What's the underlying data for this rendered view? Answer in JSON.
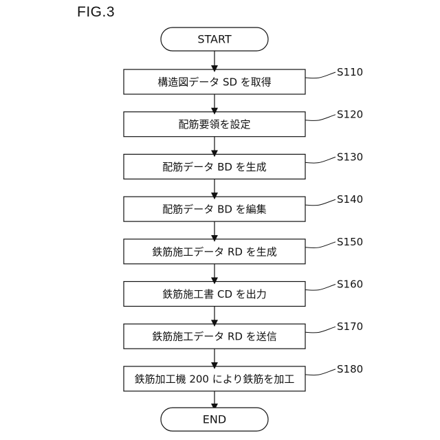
{
  "figure": {
    "label": "FIG.3"
  },
  "flowchart": {
    "start": "START",
    "end": "END",
    "steps": [
      {
        "id": "S110",
        "text": "構造図データ SD を取得"
      },
      {
        "id": "S120",
        "text": "配筋要領を設定"
      },
      {
        "id": "S130",
        "text": "配筋データ BD を生成"
      },
      {
        "id": "S140",
        "text": "配筋データ BD を編集"
      },
      {
        "id": "S150",
        "text": "鉄筋施工データ RD を生成"
      },
      {
        "id": "S160",
        "text": "鉄筋施工書 CD を出力"
      },
      {
        "id": "S170",
        "text": "鉄筋施工データ RD を送信"
      },
      {
        "id": "S180",
        "text": "鉄筋加工機 200 により鉄筋を加工"
      }
    ]
  }
}
